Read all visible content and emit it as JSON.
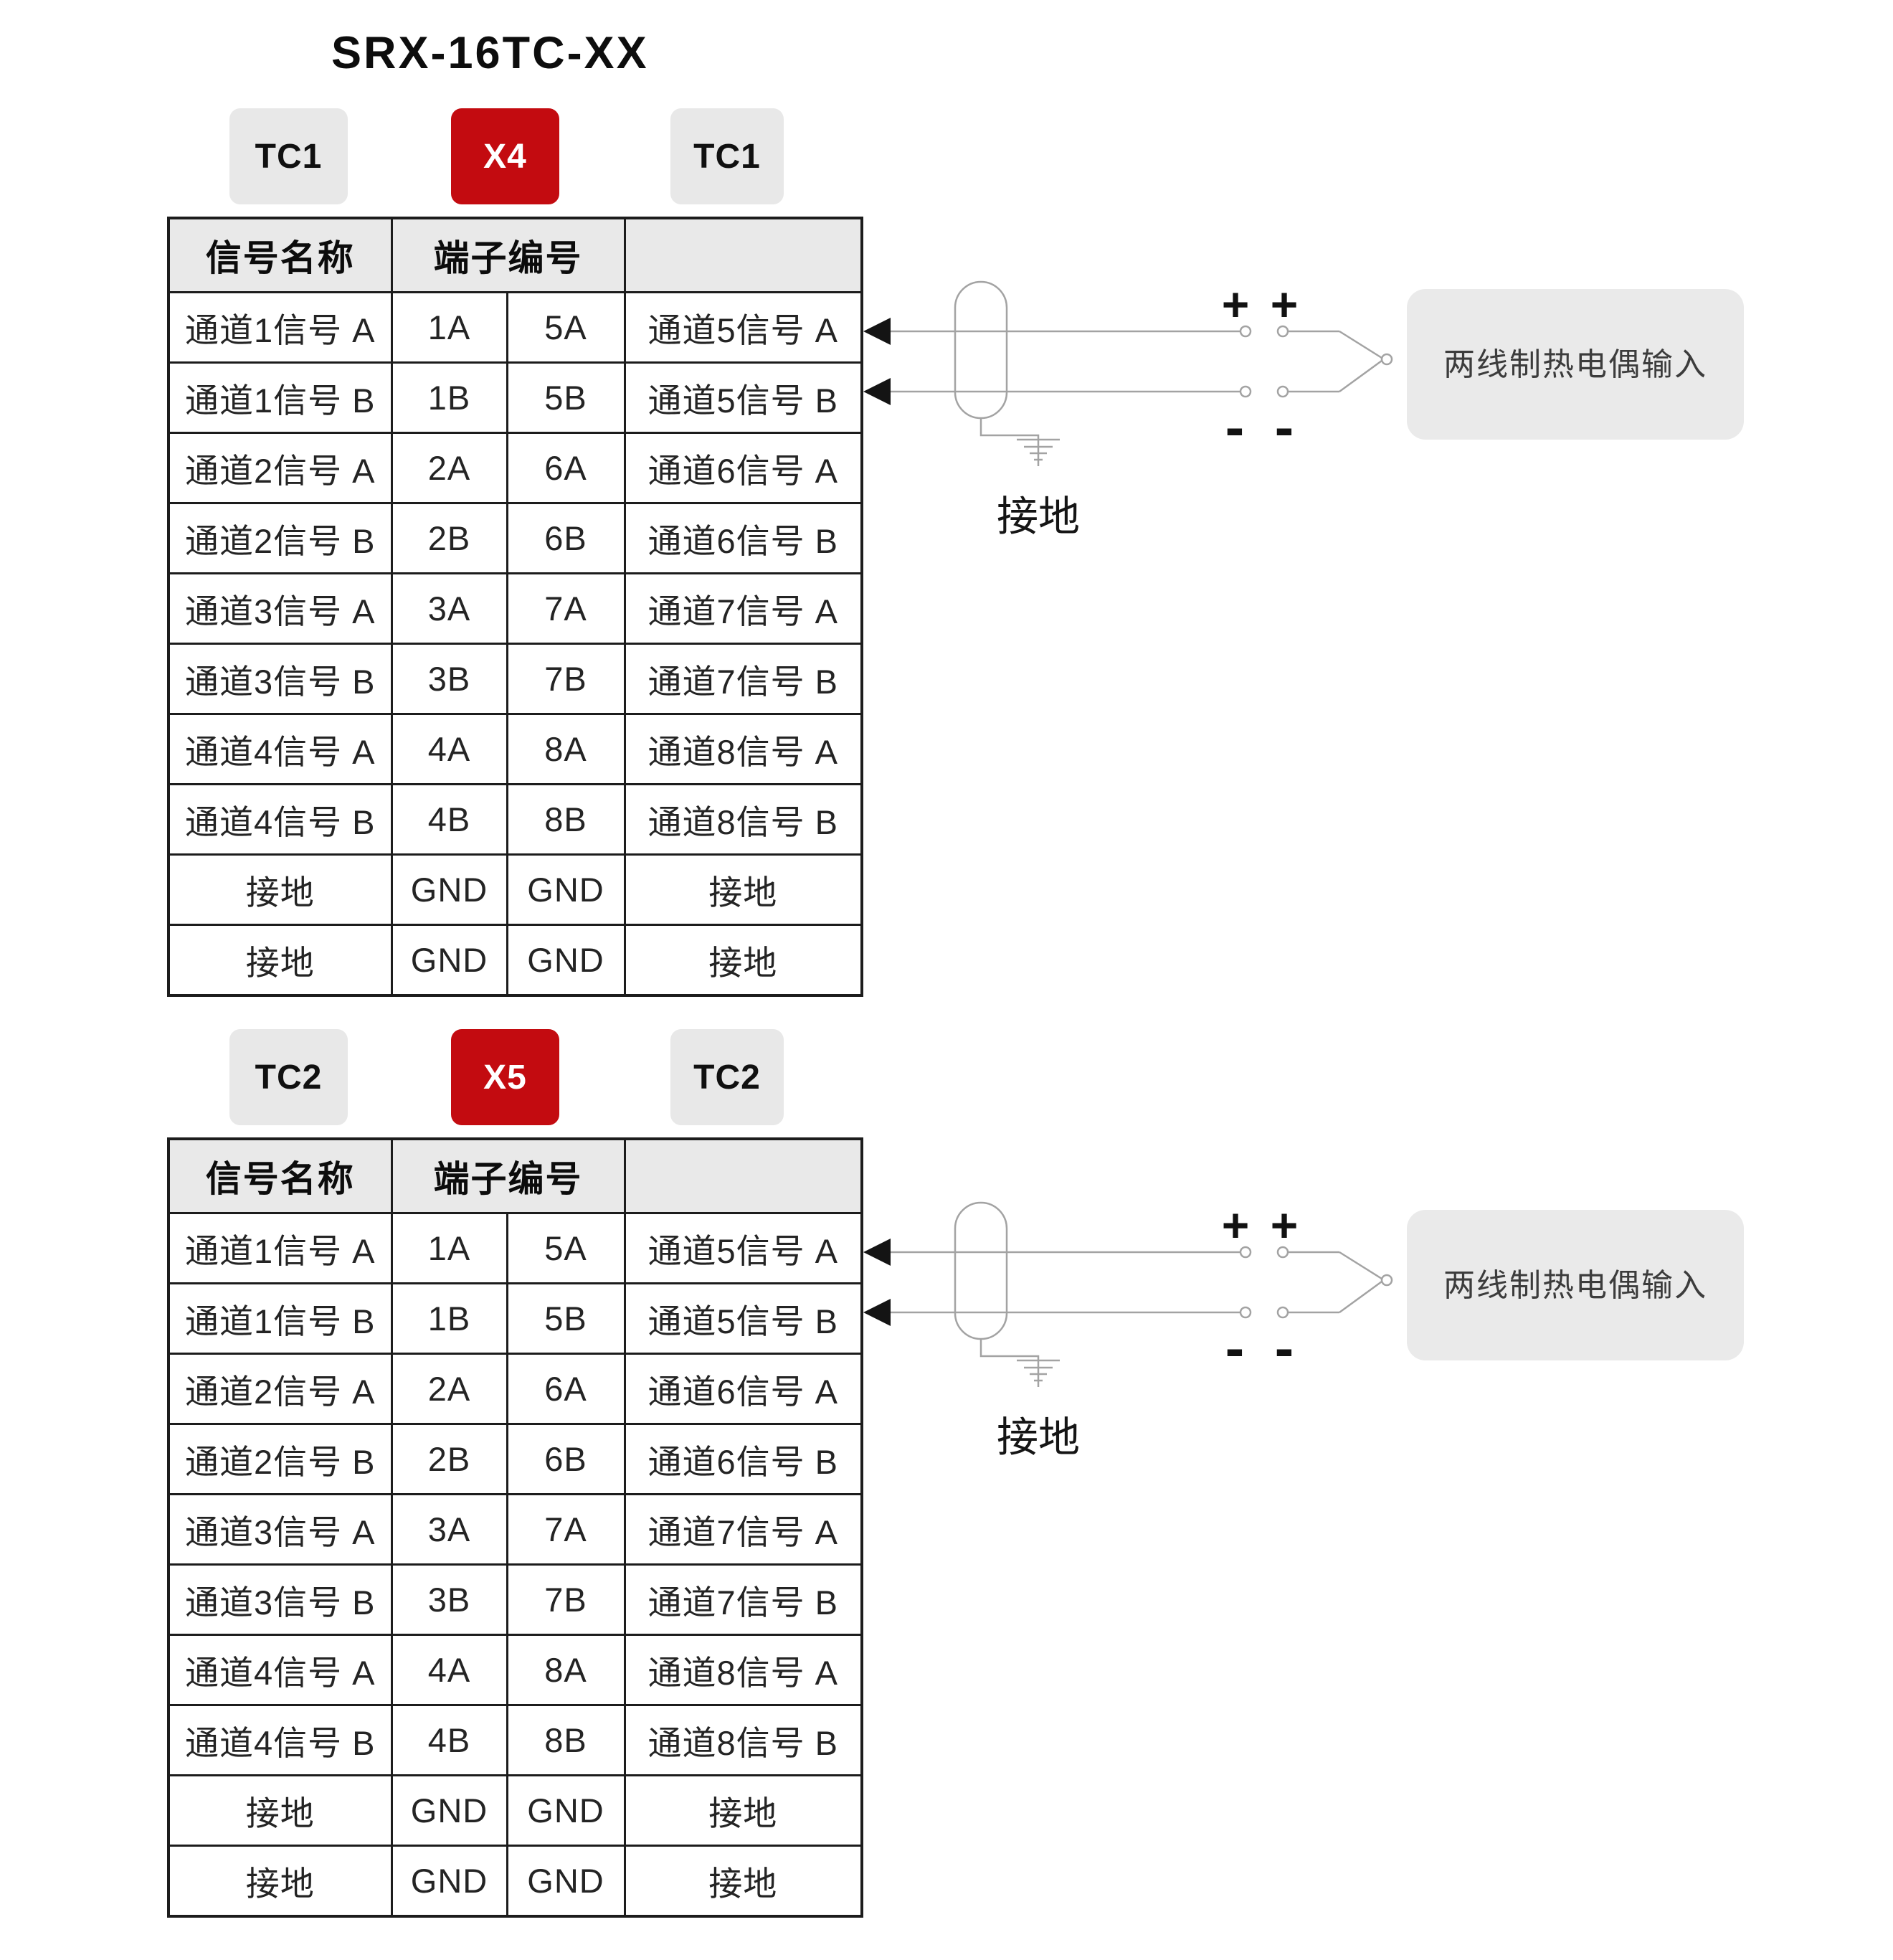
{
  "title": "SRX-16TC-XX",
  "colors": {
    "accent_red": "#c30b10",
    "badge_gray": "#e8e8e8",
    "header_gray": "#e9e9e9",
    "box_gray": "#eaeaea",
    "line_gray": "#a3a3a3"
  },
  "sections": [
    {
      "badges": {
        "left": "TC1",
        "center": "X4",
        "right": "TC1"
      },
      "table": {
        "headers": {
          "signal_name": "信号名称",
          "terminal_number": "端子编号"
        },
        "rows": [
          {
            "left_signal": "通道1信号 A",
            "left_terminal": "1A",
            "right_terminal": "5A",
            "right_signal": "通道5信号 A"
          },
          {
            "left_signal": "通道1信号 B",
            "left_terminal": "1B",
            "right_terminal": "5B",
            "right_signal": "通道5信号 B"
          },
          {
            "left_signal": "通道2信号 A",
            "left_terminal": "2A",
            "right_terminal": "6A",
            "right_signal": "通道6信号 A"
          },
          {
            "left_signal": "通道2信号 B",
            "left_terminal": "2B",
            "right_terminal": "6B",
            "right_signal": "通道6信号 B"
          },
          {
            "left_signal": "通道3信号 A",
            "left_terminal": "3A",
            "right_terminal": "7A",
            "right_signal": "通道7信号 A"
          },
          {
            "left_signal": "通道3信号 B",
            "left_terminal": "3B",
            "right_terminal": "7B",
            "right_signal": "通道7信号 B"
          },
          {
            "left_signal": "通道4信号 A",
            "left_terminal": "4A",
            "right_terminal": "8A",
            "right_signal": "通道8信号 A"
          },
          {
            "left_signal": "通道4信号 B",
            "left_terminal": "4B",
            "right_terminal": "8B",
            "right_signal": "通道8信号 B"
          },
          {
            "left_signal": "接地",
            "left_terminal": "GND",
            "right_terminal": "GND",
            "right_signal": "接地"
          },
          {
            "left_signal": "接地",
            "left_terminal": "GND",
            "right_terminal": "GND",
            "right_signal": "接地"
          }
        ]
      },
      "diagram": {
        "plus": "+",
        "minus": "-",
        "ground_label": "接地",
        "box_label": "两线制热电偶输入"
      }
    },
    {
      "badges": {
        "left": "TC2",
        "center": "X5",
        "right": "TC2"
      },
      "table": {
        "headers": {
          "signal_name": "信号名称",
          "terminal_number": "端子编号"
        },
        "rows": [
          {
            "left_signal": "通道1信号 A",
            "left_terminal": "1A",
            "right_terminal": "5A",
            "right_signal": "通道5信号 A"
          },
          {
            "left_signal": "通道1信号 B",
            "left_terminal": "1B",
            "right_terminal": "5B",
            "right_signal": "通道5信号 B"
          },
          {
            "left_signal": "通道2信号 A",
            "left_terminal": "2A",
            "right_terminal": "6A",
            "right_signal": "通道6信号 A"
          },
          {
            "left_signal": "通道2信号 B",
            "left_terminal": "2B",
            "right_terminal": "6B",
            "right_signal": "通道6信号 B"
          },
          {
            "left_signal": "通道3信号 A",
            "left_terminal": "3A",
            "right_terminal": "7A",
            "right_signal": "通道7信号 A"
          },
          {
            "left_signal": "通道3信号 B",
            "left_terminal": "3B",
            "right_terminal": "7B",
            "right_signal": "通道7信号 B"
          },
          {
            "left_signal": "通道4信号 A",
            "left_terminal": "4A",
            "right_terminal": "8A",
            "right_signal": "通道8信号 A"
          },
          {
            "left_signal": "通道4信号 B",
            "left_terminal": "4B",
            "right_terminal": "8B",
            "right_signal": "通道8信号 B"
          },
          {
            "left_signal": "接地",
            "left_terminal": "GND",
            "right_terminal": "GND",
            "right_signal": "接地"
          },
          {
            "left_signal": "接地",
            "left_terminal": "GND",
            "right_terminal": "GND",
            "right_signal": "接地"
          }
        ]
      },
      "diagram": {
        "plus": "+",
        "minus": "-",
        "ground_label": "接地",
        "box_label": "两线制热电偶输入"
      }
    }
  ]
}
